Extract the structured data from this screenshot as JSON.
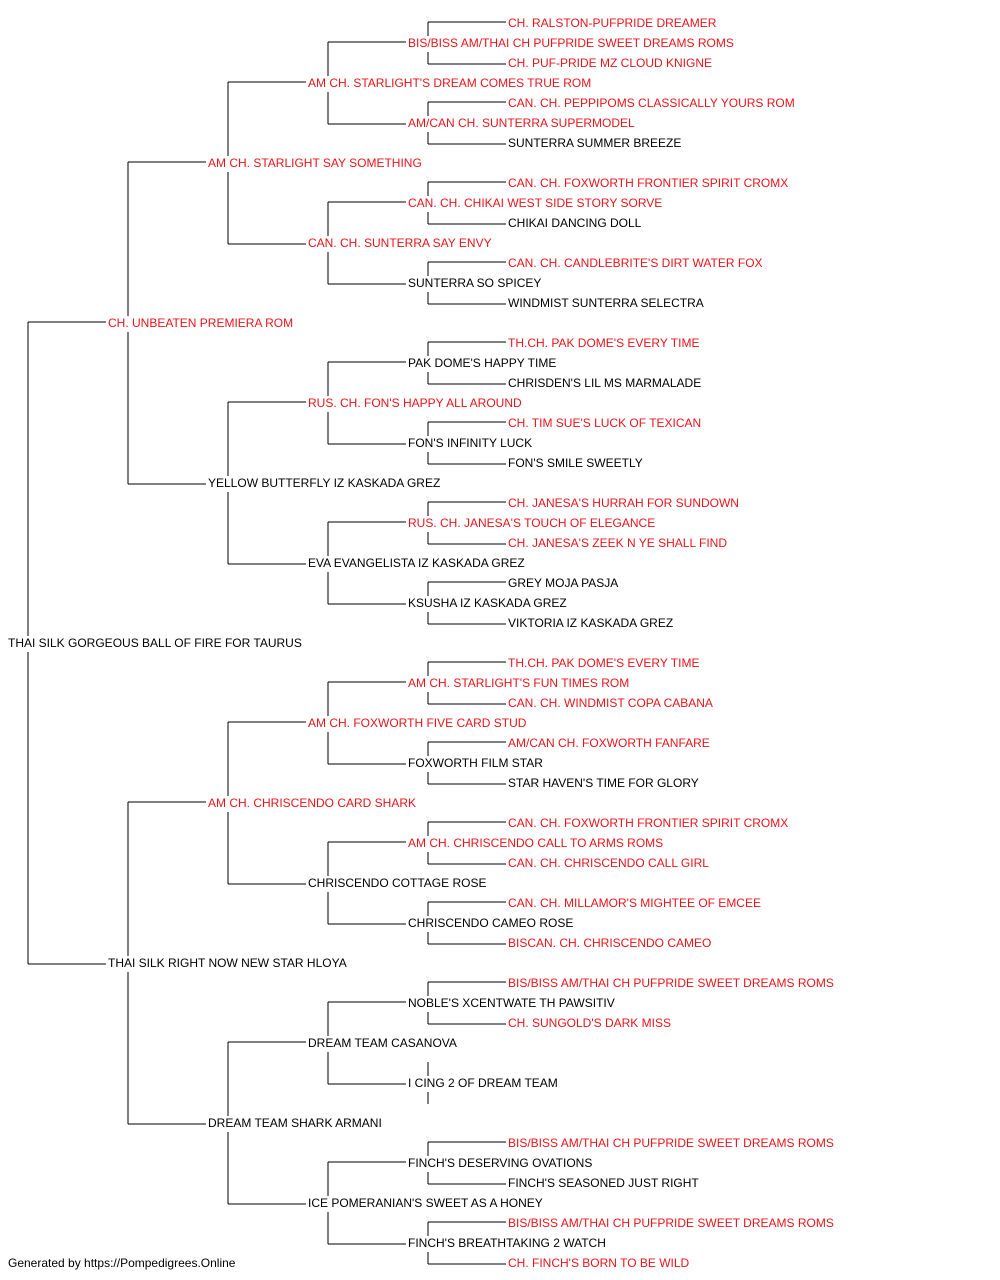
{
  "colors": {
    "titled": "#e8141b",
    "plain": "#000000",
    "lines": "#000000",
    "background": "#ffffff"
  },
  "subject": {
    "name": "THAI SILK GORGEOUS BALL OF FIRE FOR TAURUS",
    "titled": false
  },
  "pedigree": [
    {
      "name": "CH. RALSTON-PUFPRIDE DREAMER",
      "titled": true
    },
    {
      "name": "BIS/BISS AM/THAI CH PUFPRIDE SWEET DREAMS ROMS",
      "titled": true
    },
    {
      "name": "CH. PUF-PRIDE MZ CLOUD KNIGNE",
      "titled": true
    },
    {
      "name": "AM CH. STARLIGHT'S DREAM COMES TRUE ROM",
      "titled": true
    },
    {
      "name": "CAN. CH. PEPPIPOMS CLASSICALLY YOURS ROM",
      "titled": true
    },
    {
      "name": "AM/CAN CH. SUNTERRA SUPERMODEL",
      "titled": true
    },
    {
      "name": "SUNTERRA SUMMER BREEZE",
      "titled": false
    },
    {
      "name": "AM CH. STARLIGHT SAY SOMETHING",
      "titled": true
    },
    {
      "name": "CAN. CH. FOXWORTH FRONTIER SPIRIT CROMX",
      "titled": true
    },
    {
      "name": "CAN. CH. CHIKAI WEST SIDE STORY SORVE",
      "titled": true
    },
    {
      "name": "CHIKAI DANCING DOLL",
      "titled": false
    },
    {
      "name": "CAN. CH. SUNTERRA SAY ENVY",
      "titled": true
    },
    {
      "name": "CAN. CH. CANDLEBRITE'S DIRT WATER FOX",
      "titled": true
    },
    {
      "name": "SUNTERRA SO SPICEY",
      "titled": false
    },
    {
      "name": "WINDMIST SUNTERRA SELECTRA",
      "titled": false
    },
    {
      "name": "CH. UNBEATEN PREMIERA ROM",
      "titled": true
    },
    {
      "name": "TH.CH. PAK DOME'S EVERY TIME",
      "titled": true
    },
    {
      "name": "PAK DOME'S HAPPY TIME",
      "titled": false
    },
    {
      "name": "CHRISDEN'S LIL MS MARMALADE",
      "titled": false
    },
    {
      "name": "RUS. CH. FON'S HAPPY ALL AROUND",
      "titled": true
    },
    {
      "name": "CH. TIM SUE'S LUCK OF TEXICAN",
      "titled": true
    },
    {
      "name": "FON'S INFINITY LUCK",
      "titled": false
    },
    {
      "name": "FON'S SMILE SWEETLY",
      "titled": false
    },
    {
      "name": "YELLOW BUTTERFLY IZ KASKADA GREZ",
      "titled": false
    },
    {
      "name": "CH. JANESA'S HURRAH FOR SUNDOWN",
      "titled": true
    },
    {
      "name": "RUS. CH. JANESA'S TOUCH OF ELEGANCE",
      "titled": true
    },
    {
      "name": "CH. JANESA'S ZEEK N YE SHALL FIND",
      "titled": true
    },
    {
      "name": "EVA EVANGELISTA IZ KASKADA GREZ",
      "titled": false
    },
    {
      "name": "GREY MOJA PASJA",
      "titled": false
    },
    {
      "name": "KSUSHA IZ KASKADA GREZ",
      "titled": false
    },
    {
      "name": "VIKTORIA IZ KASKADA GREZ",
      "titled": false
    },
    {
      "name": "THAI SILK GORGEOUS BALL OF FIRE FOR TAURUS",
      "titled": false
    },
    {
      "name": "TH.CH. PAK DOME'S EVERY TIME",
      "titled": true
    },
    {
      "name": "AM CH. STARLIGHT'S FUN TIMES ROM",
      "titled": true
    },
    {
      "name": "CAN. CH. WINDMIST COPA CABANA",
      "titled": true
    },
    {
      "name": "AM CH. FOXWORTH FIVE CARD STUD",
      "titled": true
    },
    {
      "name": "AM/CAN CH. FOXWORTH FANFARE",
      "titled": true
    },
    {
      "name": "FOXWORTH FILM STAR",
      "titled": false
    },
    {
      "name": "STAR HAVEN'S TIME FOR GLORY",
      "titled": false
    },
    {
      "name": "AM CH. CHRISCENDO CARD SHARK",
      "titled": true
    },
    {
      "name": "CAN. CH. FOXWORTH FRONTIER SPIRIT CROMX",
      "titled": true
    },
    {
      "name": "AM CH. CHRISCENDO CALL TO ARMS ROMS",
      "titled": true
    },
    {
      "name": "CAN. CH. CHRISCENDO CALL GIRL",
      "titled": true
    },
    {
      "name": "CHRISCENDO COTTAGE ROSE",
      "titled": false
    },
    {
      "name": "CAN. CH. MILLAMOR'S MIGHTEE OF EMCEE",
      "titled": true
    },
    {
      "name": "CHRISCENDO CAMEO ROSE",
      "titled": false
    },
    {
      "name": "BISCAN. CH. CHRISCENDO CAMEO",
      "titled": true
    },
    {
      "name": "THAI SILK RIGHT NOW NEW STAR HLOYA",
      "titled": false
    },
    {
      "name": "BIS/BISS AM/THAI CH PUFPRIDE SWEET DREAMS ROMS",
      "titled": true
    },
    {
      "name": "NOBLE'S XCENTWATE TH PAWSITIV",
      "titled": false
    },
    {
      "name": "CH. SUNGOLD'S DARK MISS",
      "titled": true
    },
    {
      "name": "DREAM TEAM CASANOVA",
      "titled": false
    },
    {
      "name": "",
      "titled": false
    },
    {
      "name": "I CING 2 OF DREAM TEAM",
      "titled": false
    },
    {
      "name": "",
      "titled": false
    },
    {
      "name": "DREAM TEAM SHARK ARMANI",
      "titled": false
    },
    {
      "name": "BIS/BISS AM/THAI CH PUFPRIDE SWEET DREAMS ROMS",
      "titled": true
    },
    {
      "name": "FINCH'S DESERVING OVATIONS",
      "titled": false
    },
    {
      "name": "FINCH'S SEASONED JUST RIGHT",
      "titled": false
    },
    {
      "name": "ICE POMERANIAN'S SWEET AS A HONEY",
      "titled": false
    },
    {
      "name": "BIS/BISS AM/THAI CH PUFPRIDE SWEET DREAMS ROMS",
      "titled": true
    },
    {
      "name": "FINCH'S BREATHTAKING 2 WATCH",
      "titled": false
    },
    {
      "name": "CH. FINCH'S BORN TO BE WILD",
      "titled": true
    }
  ],
  "footer": "Generated by https://Pompedigrees.Online"
}
